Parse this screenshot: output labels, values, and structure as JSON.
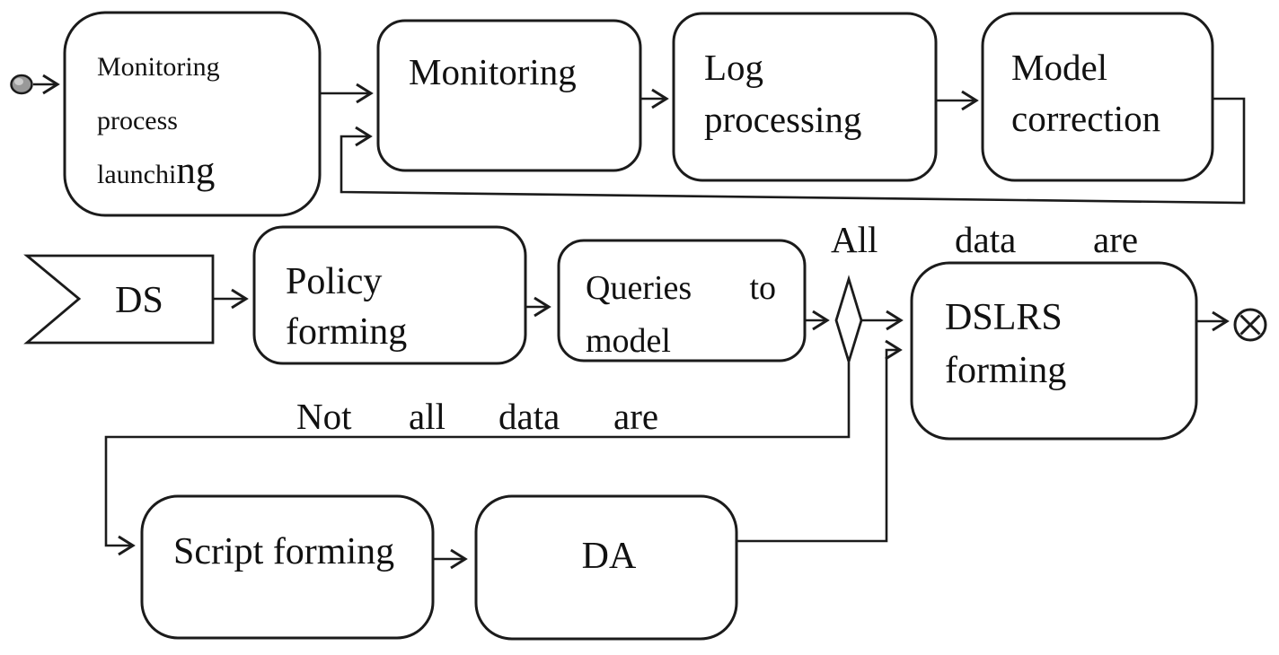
{
  "colors": {
    "ink": "#1b1b1b",
    "paper": "#ffffff",
    "start_node_fill": "#999999"
  },
  "nodes": {
    "launching": {
      "line1": "Monitoring",
      "line2": "process",
      "line3a": "launchi",
      "line3b": "ng"
    },
    "monitoring": {
      "label": "Monitoring"
    },
    "log_processing": {
      "line1": "Log",
      "line2": "processing"
    },
    "model_correction": {
      "line1": "Model",
      "line2": "correction"
    },
    "ds": {
      "label": "DS"
    },
    "policy_forming": {
      "line1": "Policy",
      "line2": "forming"
    },
    "queries_to_model": {
      "word1": "Queries",
      "word2": "to",
      "line2": "model"
    },
    "dslrs_forming": {
      "line1": "DSLRS",
      "line2": "forming"
    },
    "script_forming": {
      "label": "Script forming"
    },
    "da": {
      "label": "DA"
    }
  },
  "labels": {
    "all_data_are": {
      "w1": "All",
      "w2": "data",
      "w3": "are"
    },
    "not_all_data_are": {
      "w1": "Not",
      "w2": "all",
      "w3": "data",
      "w4": "are"
    }
  }
}
